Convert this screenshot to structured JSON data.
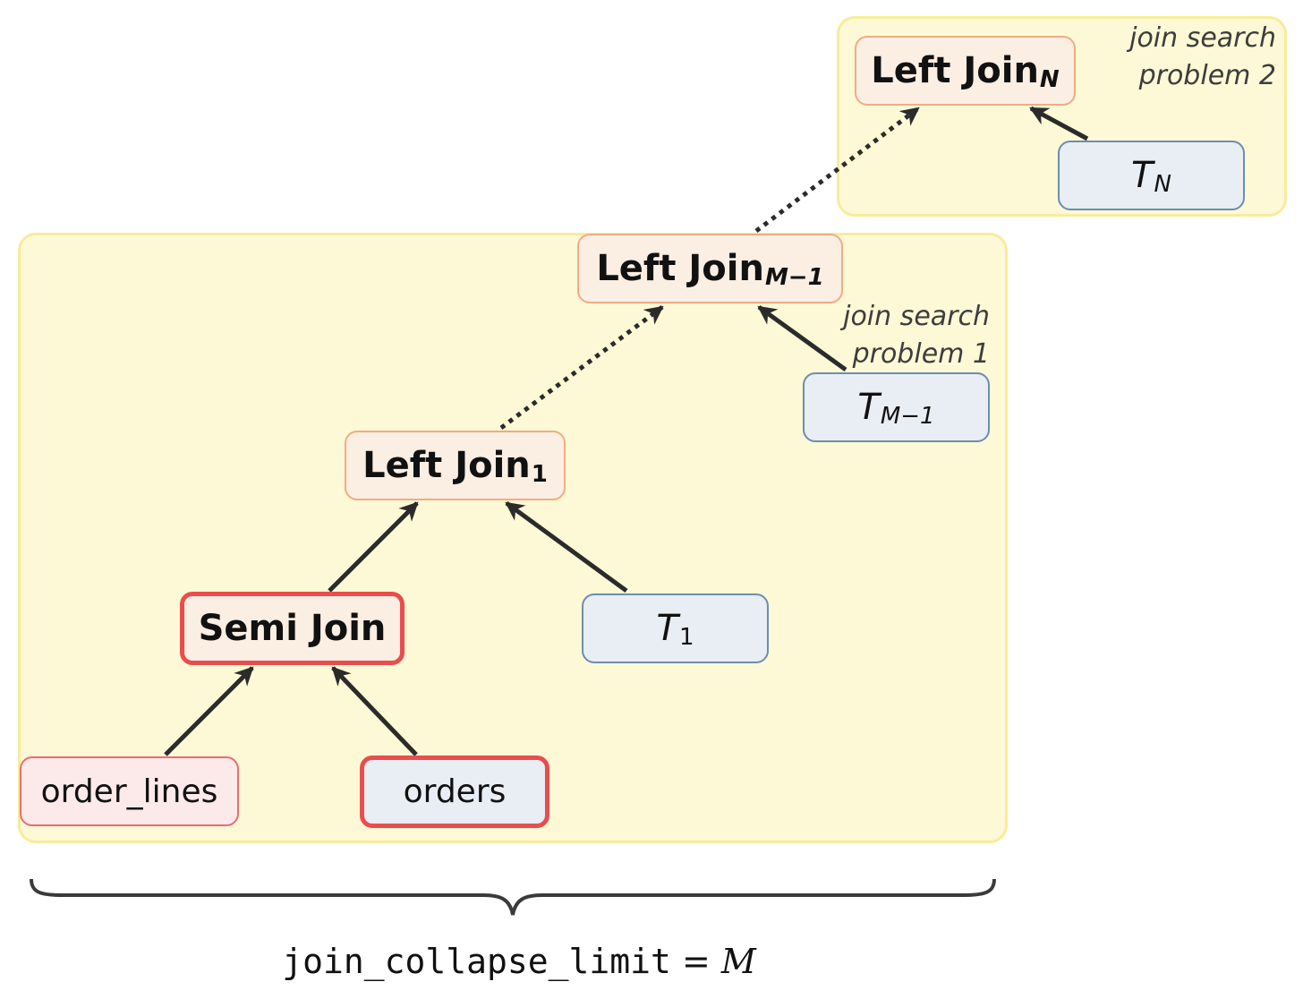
{
  "regions": {
    "problem1_label": [
      "join search",
      "problem 1"
    ],
    "problem2_label": [
      "join search",
      "problem 2"
    ]
  },
  "nodes": {
    "left_join_n": {
      "text": "Left Join",
      "sub": "N"
    },
    "t_n": {
      "text": "T",
      "sub": "N"
    },
    "left_join_m1": {
      "text": "Left Join",
      "sub": "M−1"
    },
    "t_m1": {
      "text": "T",
      "sub": "M−1"
    },
    "left_join_1": {
      "text": "Left Join",
      "sub": "1"
    },
    "semi_join": {
      "text": "Semi Join"
    },
    "t_1": {
      "text": "T",
      "sub": "1"
    },
    "order_lines": {
      "text": "order_lines"
    },
    "orders": {
      "text": "orders"
    }
  },
  "caption": {
    "code": "join_collapse_limit",
    "eq": " = ",
    "var": "M"
  },
  "colors": {
    "region_fill": "#fdf9d6",
    "region_border": "#f7ec9c",
    "join_fill": "#fbeee3",
    "join_border": "#f2ab82",
    "table_fill": "#e8eef4",
    "table_border": "#6d8db0",
    "highlight_border": "#ea4d4d",
    "arrow": "#2b2b2b"
  }
}
